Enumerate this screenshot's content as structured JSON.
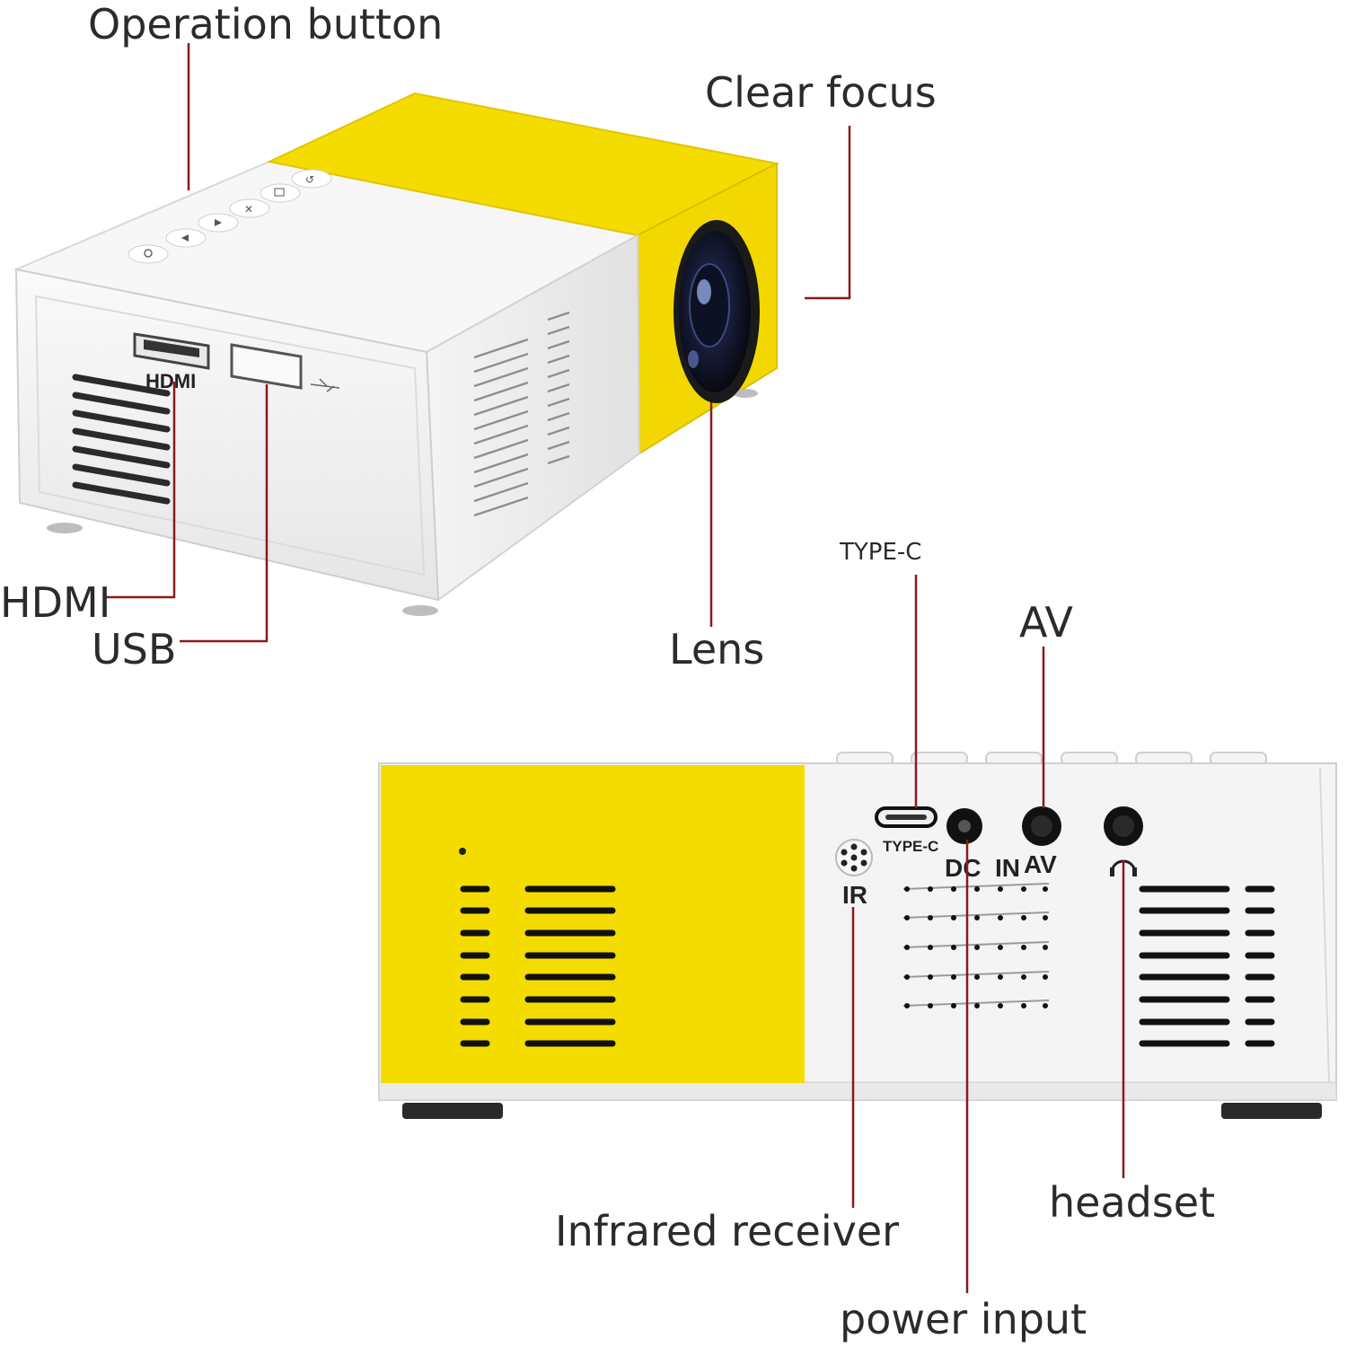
{
  "callouts": {
    "operation_button": "Operation button",
    "clear_focus": "Clear focus",
    "hdmi": "HDMI",
    "usb": "USB",
    "lens": "Lens",
    "type_c": "TYPE-C",
    "av": "AV",
    "infrared_receiver": "Infrared receiver",
    "headset": "headset",
    "power_input": "power input"
  },
  "device_labels": {
    "hdmi_port": "HDMI",
    "type_c_port": "TYPE-C",
    "dc_in": "DC  IN",
    "av_port": "AV",
    "ir": "IR"
  },
  "colors": {
    "yellow": "#f5dc00",
    "white_body": "#f2f2f2",
    "leader_line": "#8b1a1a",
    "text": "#2b2b2b"
  },
  "icons": [
    "power-icon",
    "arrow-left-icon",
    "arrow-right-icon",
    "mute-icon",
    "menu-icon",
    "return-icon",
    "usb-icon",
    "headphone-icon"
  ]
}
